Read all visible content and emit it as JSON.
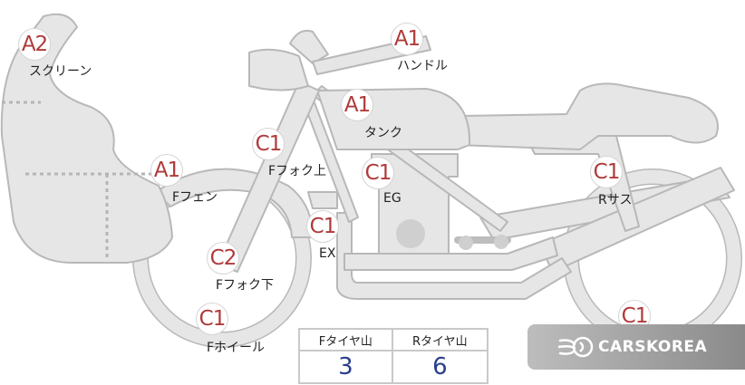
{
  "parts": [
    {
      "id": "screen",
      "grade": "A2",
      "label": "スクリーン"
    },
    {
      "id": "handle",
      "grade": "A1",
      "label": "ハンドル"
    },
    {
      "id": "tank",
      "grade": "A1",
      "label": "タンク"
    },
    {
      "id": "f-fork-upper",
      "grade": "C1",
      "label": "Fフォク上"
    },
    {
      "id": "engine",
      "grade": "C1",
      "label": "EG"
    },
    {
      "id": "r-suspension",
      "grade": "C1",
      "label": "Rサス"
    },
    {
      "id": "f-fender",
      "grade": "A1",
      "label": "Fフェン"
    },
    {
      "id": "exhaust",
      "grade": "C1",
      "label": "EX"
    },
    {
      "id": "f-fork-lower",
      "grade": "C2",
      "label": "Fフォク下"
    },
    {
      "id": "f-wheel",
      "grade": "C1",
      "label": "Fホイール"
    },
    {
      "id": "r-wheel",
      "grade": "C1",
      "label": ""
    }
  ],
  "tread": {
    "front_header": "Fタイヤ山",
    "rear_header": "Rタイヤ山",
    "front_value": "3",
    "rear_value": "6"
  },
  "brand": {
    "name": "CARSKOREA",
    "icon": "carskorea-logo-icon"
  },
  "colors": {
    "grade": "#b03a3a",
    "value": "#2a3f8a",
    "bike_fill": "#e6e6e6",
    "bike_stroke": "#b8b8b8"
  }
}
